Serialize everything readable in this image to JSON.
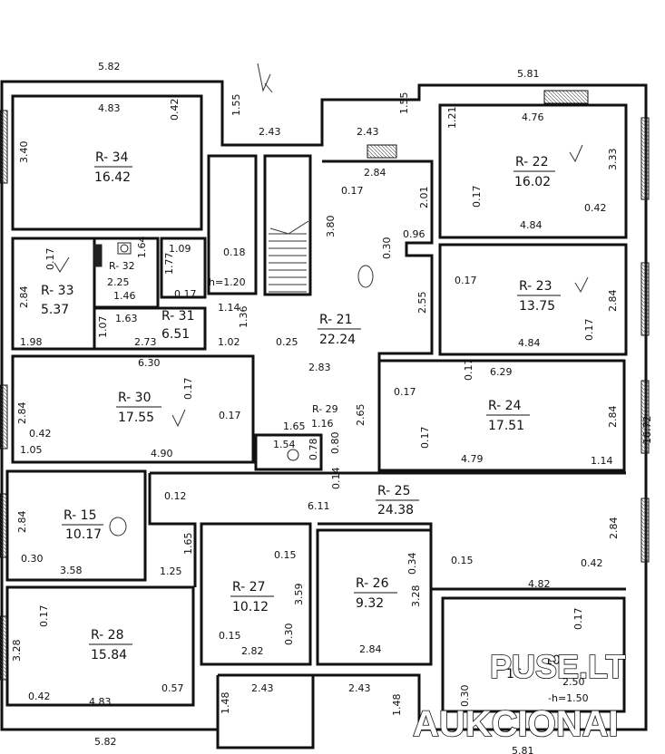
{
  "rooms": [
    {
      "id": "R- 34",
      "area": "16.42"
    },
    {
      "id": "R- 22",
      "area": "16.02"
    },
    {
      "id": "R- 23",
      "area": "13.75"
    },
    {
      "id": "R- 33",
      "area": "5.37"
    },
    {
      "id": "R- 32",
      "area": "2.25"
    },
    {
      "id": "R- 31",
      "area": "6.51"
    },
    {
      "id": "R- 21",
      "area": "22.24"
    },
    {
      "id": "R- 30",
      "area": "17.55"
    },
    {
      "id": "R- 29",
      "area": "1.16"
    },
    {
      "id": "R- 24",
      "area": "17.51"
    },
    {
      "id": "R- 25",
      "area": "24.38"
    },
    {
      "id": "R- 15",
      "area": "10.17"
    },
    {
      "id": "R- 27",
      "area": "10.12"
    },
    {
      "id": "R- 26",
      "area": "9.32"
    },
    {
      "id": "R- 28",
      "area": "15.84"
    }
  ],
  "dimensions": [
    "5.82",
    "4.83",
    "0.42",
    "1.55",
    "2.43",
    "3.40",
    "5.81",
    "4.76",
    "1.21",
    "1.55",
    "2.43",
    "3.33",
    "2.84",
    "0.17",
    "2.01",
    "0.17",
    "4.84",
    "0.42",
    "3.80",
    "0.30",
    "0.96",
    "1.09",
    "0.18",
    "1.77",
    "0.17",
    "1.64",
    "h=1.20",
    "1.46",
    "2.84",
    "0.17",
    "2.55",
    "0.17",
    "2.84",
    "1.14",
    "1.36",
    "1.63",
    "1.07",
    "2.73",
    "1.98",
    "1.02",
    "0.25",
    "0.17",
    "4.84",
    "6.30",
    "2.83",
    "6.29",
    "0.17",
    "2.84",
    "0.17",
    "0.17",
    "0.42",
    "1.65",
    "2.65",
    "0.17",
    "2.84",
    "1.54",
    "0.78",
    "0.80",
    "1.05",
    "4.90",
    "0.17",
    "4.79",
    "1.14",
    "16.72",
    "0.14",
    "0.12",
    "6.11",
    "2.84",
    "1.65",
    "2.84",
    "0.30",
    "3.58",
    "1.25",
    "0.15",
    "0.34",
    "0.15",
    "0.42",
    "4.82",
    "3.59",
    "3.28",
    "0.17",
    "0.17",
    "0.15",
    "0.30",
    "3.28",
    "2.82",
    "2.84",
    "0.42",
    "4.83",
    "0.57",
    "2.43",
    "2.43",
    "1.48",
    "1.48",
    "0.30",
    "5.82",
    "5.81",
    "2.50",
    "-h=1.50"
  ],
  "watermark": {
    "line1": "PUSE.LT",
    "line2": "AUKCIONAI"
  },
  "partial": {
    "fragment1": "10",
    "fragment2": "16."
  }
}
